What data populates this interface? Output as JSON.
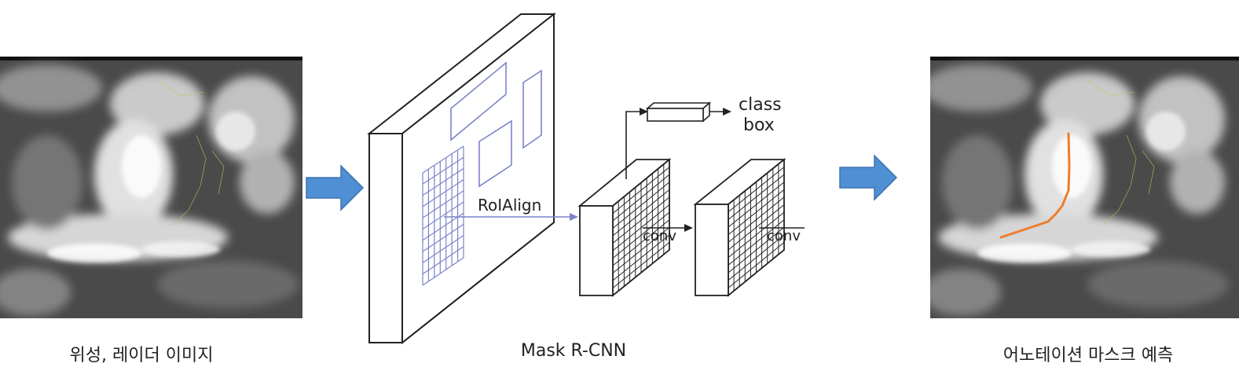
{
  "captions": {
    "left": "위성, 레이더 이미지",
    "center": "Mask R-CNN",
    "right": "어노테이션 마스크 예측"
  },
  "diagram": {
    "roi_label": "RoIAlign",
    "conv_label_1": "conv",
    "conv_label_2": "conv",
    "class_label": "class",
    "box_label": "box"
  },
  "colors": {
    "arrow_fill": "#4f8fd4",
    "arrow_stroke": "#3a72b0",
    "roi_blue": "#7b84c9",
    "mask_orange": "#f07b2a"
  }
}
